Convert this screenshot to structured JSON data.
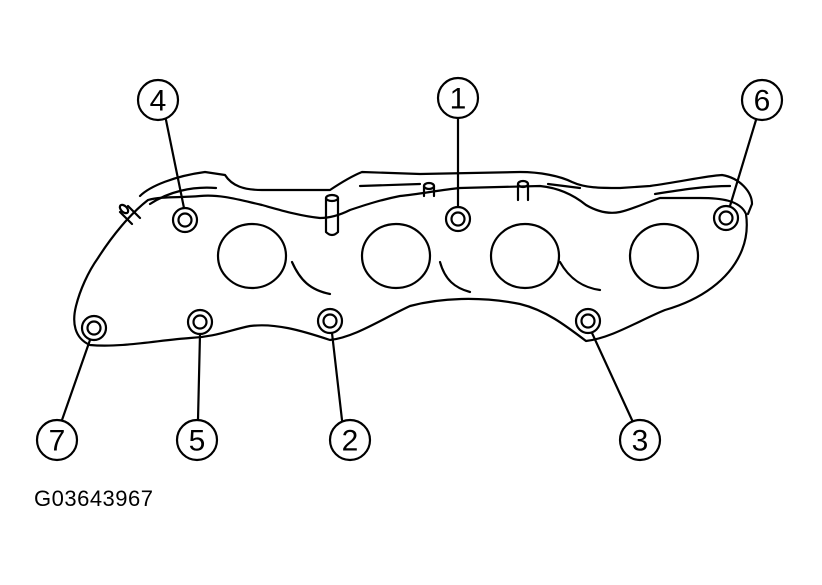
{
  "figure": {
    "reference_code": "G03643967",
    "callouts": [
      {
        "id": 1,
        "label": "1"
      },
      {
        "id": 2,
        "label": "2"
      },
      {
        "id": 3,
        "label": "3"
      },
      {
        "id": 4,
        "label": "4"
      },
      {
        "id": 5,
        "label": "5"
      },
      {
        "id": 6,
        "label": "6"
      },
      {
        "id": 7,
        "label": "7"
      }
    ]
  }
}
